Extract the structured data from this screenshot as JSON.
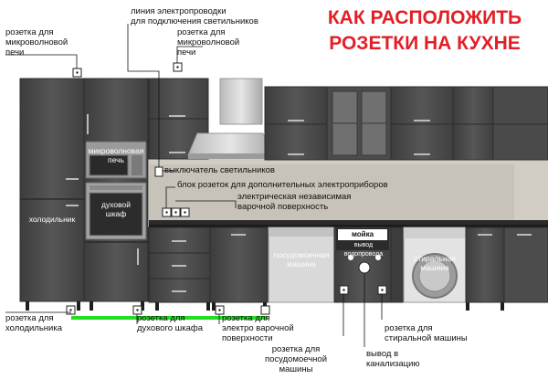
{
  "title": {
    "line1": "КАК РАСПОЛОЖИТЬ",
    "line2": "РОЗЕТКИ НА КУХНЕ"
  },
  "labels": {
    "microwave_outlet": [
      "розетка для",
      "микроволновой",
      "печи"
    ],
    "lighting_line": [
      "линия электропроводки",
      "для подключения светильников"
    ],
    "microwave_outlet_2": [
      "розетка для",
      "микроволновой",
      "печи"
    ],
    "light_switch": "выключатель светильников",
    "appliance_block": "блок розеток для дополнительных электроприборов",
    "hob_outlet_top": [
      "электрическая независимая",
      "варочной поверхность"
    ],
    "fridge_outlet": [
      "розетка для",
      "холодильника"
    ],
    "oven_outlet": [
      "розетка для",
      "духового шкафа"
    ],
    "hob_outlet": [
      "розетка для",
      "электро варочной",
      "поверхности"
    ],
    "dishwasher_outlet": [
      "розетка для",
      "посудомоечной",
      "машины"
    ],
    "drain": [
      "вывод в",
      "канализацию"
    ],
    "washer_outlet": [
      "розетка для",
      "стиральной машины"
    ]
  },
  "appliances": {
    "microwave": [
      "микроволновая",
      "печь"
    ],
    "oven": [
      "духовой",
      "шкаф"
    ],
    "fridge": "холодильник",
    "dishwasher": [
      "посудомоечная",
      "машина"
    ],
    "sink": "мойка",
    "water_outlet": "вывод водопровода",
    "washer": [
      "стиральная",
      "машина"
    ]
  },
  "colors": {
    "title": "#e21f26",
    "cabinet": "#474747",
    "wall": "#cfcac0",
    "countertop": "#2a2a2a",
    "cable": "#22dd22"
  }
}
